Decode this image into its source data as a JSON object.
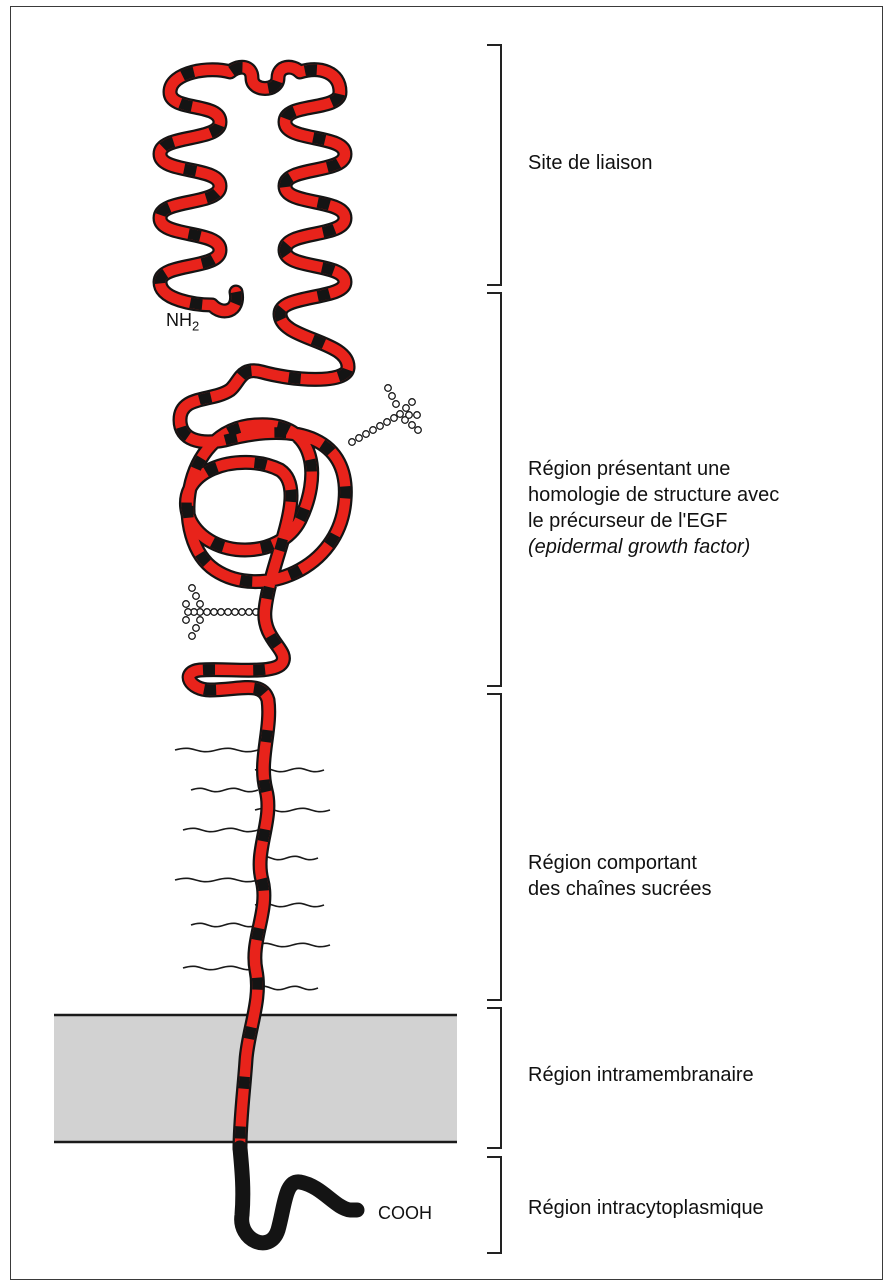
{
  "colors": {
    "chain_red": "#e8231b",
    "chain_black": "#141414",
    "membrane_fill": "#d2d2d2",
    "bracket": "#222222"
  },
  "terminals": {
    "n_terminus": "NH",
    "n_terminus_sub": "2",
    "c_terminus": "COOH"
  },
  "regions": [
    {
      "lines": [
        "Site de liaison"
      ]
    },
    {
      "lines": [
        "Région présentant une",
        "homologie de structure avec",
        "le précurseur de l'EGF"
      ],
      "italic_line": "(epidermal growth factor)"
    },
    {
      "lines": [
        "Région comportant",
        "des chaînes sucrées"
      ]
    },
    {
      "lines": [
        "Région intramembranaire"
      ]
    },
    {
      "lines": [
        "Région intracytoplasmique"
      ]
    }
  ]
}
